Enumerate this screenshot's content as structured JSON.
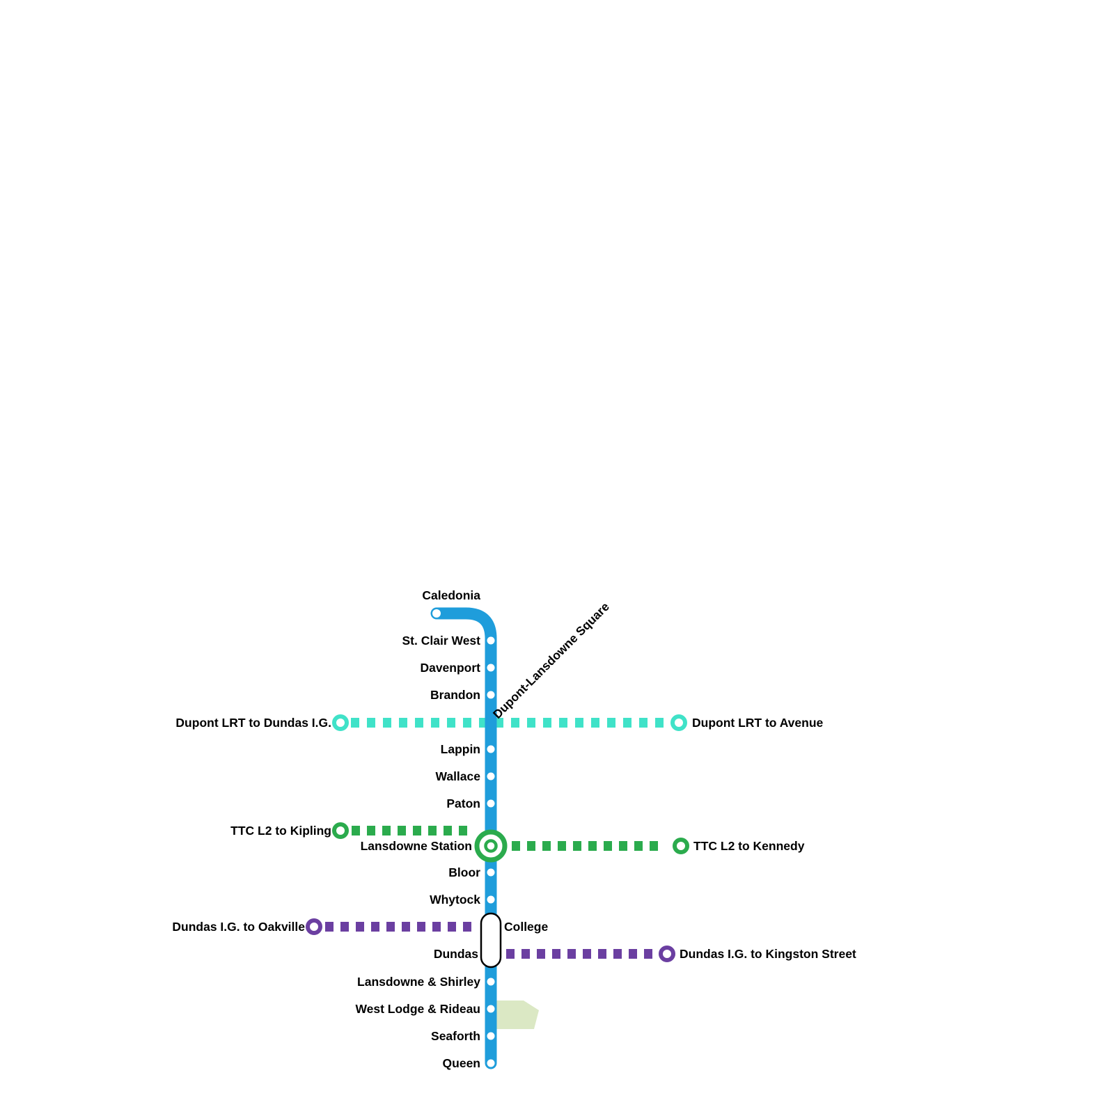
{
  "map": {
    "background_color": "#ffffff",
    "park_color": "#dbe8c4",
    "lines": {
      "main": {
        "color": "#1f9ddb",
        "stations": [
          "Caledonia",
          "St. Clair West",
          "Davenport",
          "Brandon",
          "Dupont-Lansdowne Square",
          "Lappin",
          "Wallace",
          "Paton",
          "Lansdowne Station",
          "Bloor",
          "Whytock",
          "College",
          "Dundas",
          "Lansdowne & Shirley",
          "West Lodge & Rideau",
          "Seaforth",
          "Queen"
        ]
      },
      "dupont_lrt": {
        "color": "#40e2c8",
        "west_label": "Dupont LRT to Dundas I.G.",
        "east_label": "Dupont LRT to Avenue"
      },
      "ttc_l2": {
        "color": "#2bab4d",
        "west_label": "TTC L2 to Kipling",
        "east_label": "TTC L2 to Kennedy"
      },
      "dundas_ig": {
        "color": "#6b3fa1",
        "west_label": "Dundas I.G. to Oakville",
        "east_label": "Dundas I.G. to Kingston Street"
      }
    }
  }
}
